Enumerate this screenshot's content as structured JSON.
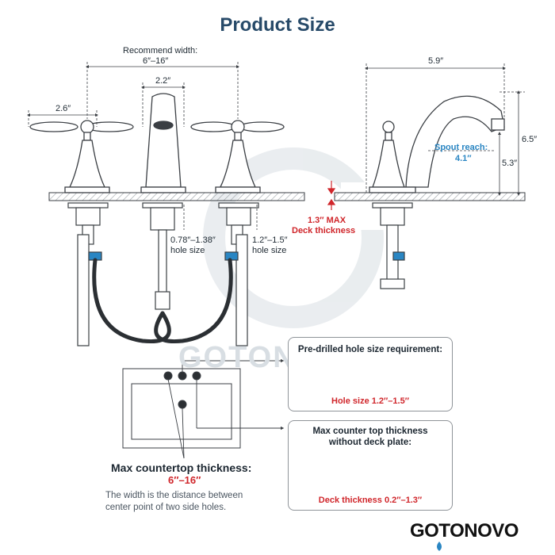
{
  "header": {
    "title": "Product Size"
  },
  "dimensions": {
    "recommend_width_label": "Recommend width:",
    "recommend_width_value": "6″–16″",
    "spout_width": "2.2″",
    "handle_width": "2.6″",
    "side_depth": "5.9″",
    "total_height": "6.5″",
    "spout_height": "5.3″",
    "spout_reach_label": "Spout reach:",
    "spout_reach_value": "4.1″",
    "deck_max": "1.3″ MAX",
    "deck_label": "Deck thickness",
    "center_hole_range": "0.78″–1.38″",
    "center_hole_label": "hole size",
    "side_hole_range": "1.2″–1.5″",
    "side_hole_label": "hole size"
  },
  "box1": {
    "title": "Pre-drilled hole size requirement:",
    "note": "Hole size 1.2″–1.5″"
  },
  "box2": {
    "title_line1": "Max counter top thickness",
    "title_line2": "without deck plate:",
    "note": "Deck thickness 0.2″–1.3″"
  },
  "bottom": {
    "label": "Max countertop thickness:",
    "range": "6″–16″",
    "desc_line1": "The width is the distance between",
    "desc_line2": "center point of two side holes."
  },
  "brand": {
    "logo": "GOTONOVO",
    "watermark": "GOTONOVO"
  },
  "colors": {
    "title": "#274a69",
    "accent_blue": "#2a86c3",
    "accent_red": "#d0262b",
    "outline": "#3b3f44"
  }
}
